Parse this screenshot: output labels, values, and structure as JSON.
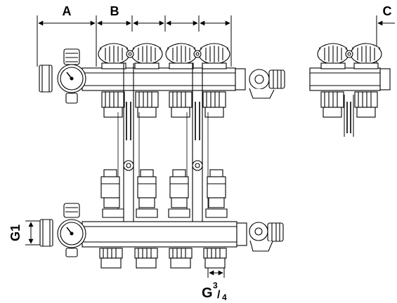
{
  "labels": {
    "a": "A",
    "b": "B",
    "c": "C",
    "g1": "G1",
    "g34_main": "G",
    "g34_num": "3",
    "g34_den": "4"
  },
  "colors": {
    "line": "#000000",
    "background": "#ffffff",
    "fill_light": "#ffffff"
  }
}
